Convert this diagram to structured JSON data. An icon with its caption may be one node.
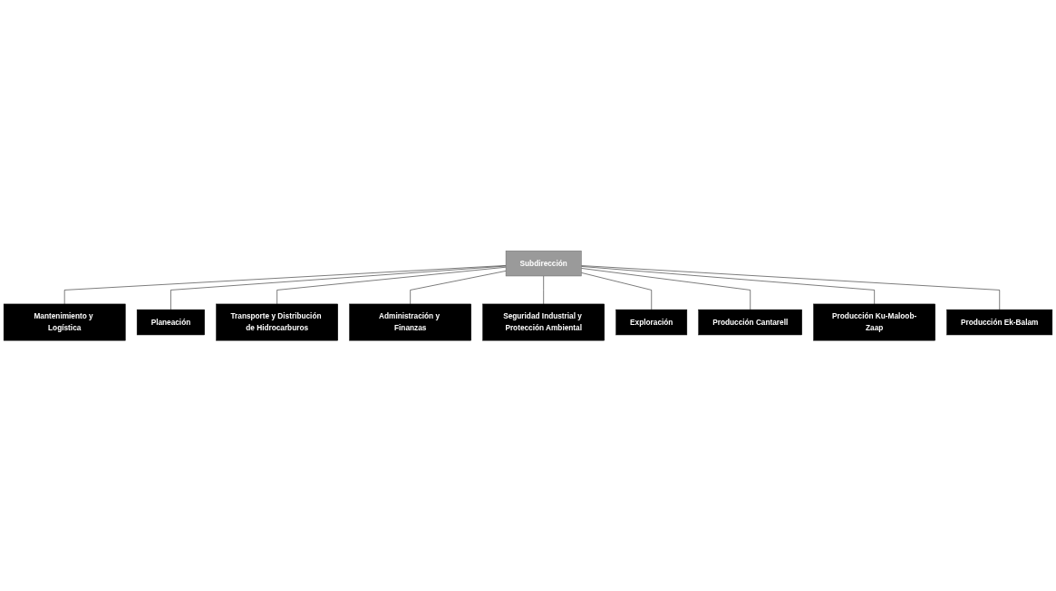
{
  "diagram": {
    "nodes": [
      {
        "text": [
          "Subdirección"
        ]
      },
      {
        "text": [
          "Mantenimiento y Logística"
        ]
      },
      {
        "text": [
          "Planeación"
        ]
      },
      {
        "text": [
          "Transporte y Distribución de Hidrocarburos"
        ]
      },
      {
        "text": [
          "Administración y Finanzas"
        ]
      },
      {
        "text": [
          "Seguridad Industrial y Protección Ambiental"
        ]
      },
      {
        "text": [
          "Exploración"
        ]
      },
      {
        "text": [
          "Producción Cantarell"
        ]
      },
      {
        "text": [
          "Producción Ku-Maloob-Zaap"
        ]
      },
      {
        "text": [
          "Producción Ek-Balam"
        ]
      }
    ],
    "edges": [
      {
        "from": 0,
        "to": 1,
        "arrow": "none"
      },
      {
        "from": 0,
        "to": 2,
        "arrow": "none"
      },
      {
        "from": 0,
        "to": 3,
        "arrow": "none"
      },
      {
        "from": 0,
        "to": 4,
        "arrow": "none"
      },
      {
        "from": 0,
        "to": 5,
        "arrow": "none"
      },
      {
        "from": 0,
        "to": 6,
        "arrow": "none"
      },
      {
        "from": 0,
        "to": 7,
        "arrow": "none"
      },
      {
        "from": 0,
        "to": 8,
        "arrow": "none"
      },
      {
        "from": 0,
        "to": 9,
        "arrow": "none"
      }
    ]
  }
}
